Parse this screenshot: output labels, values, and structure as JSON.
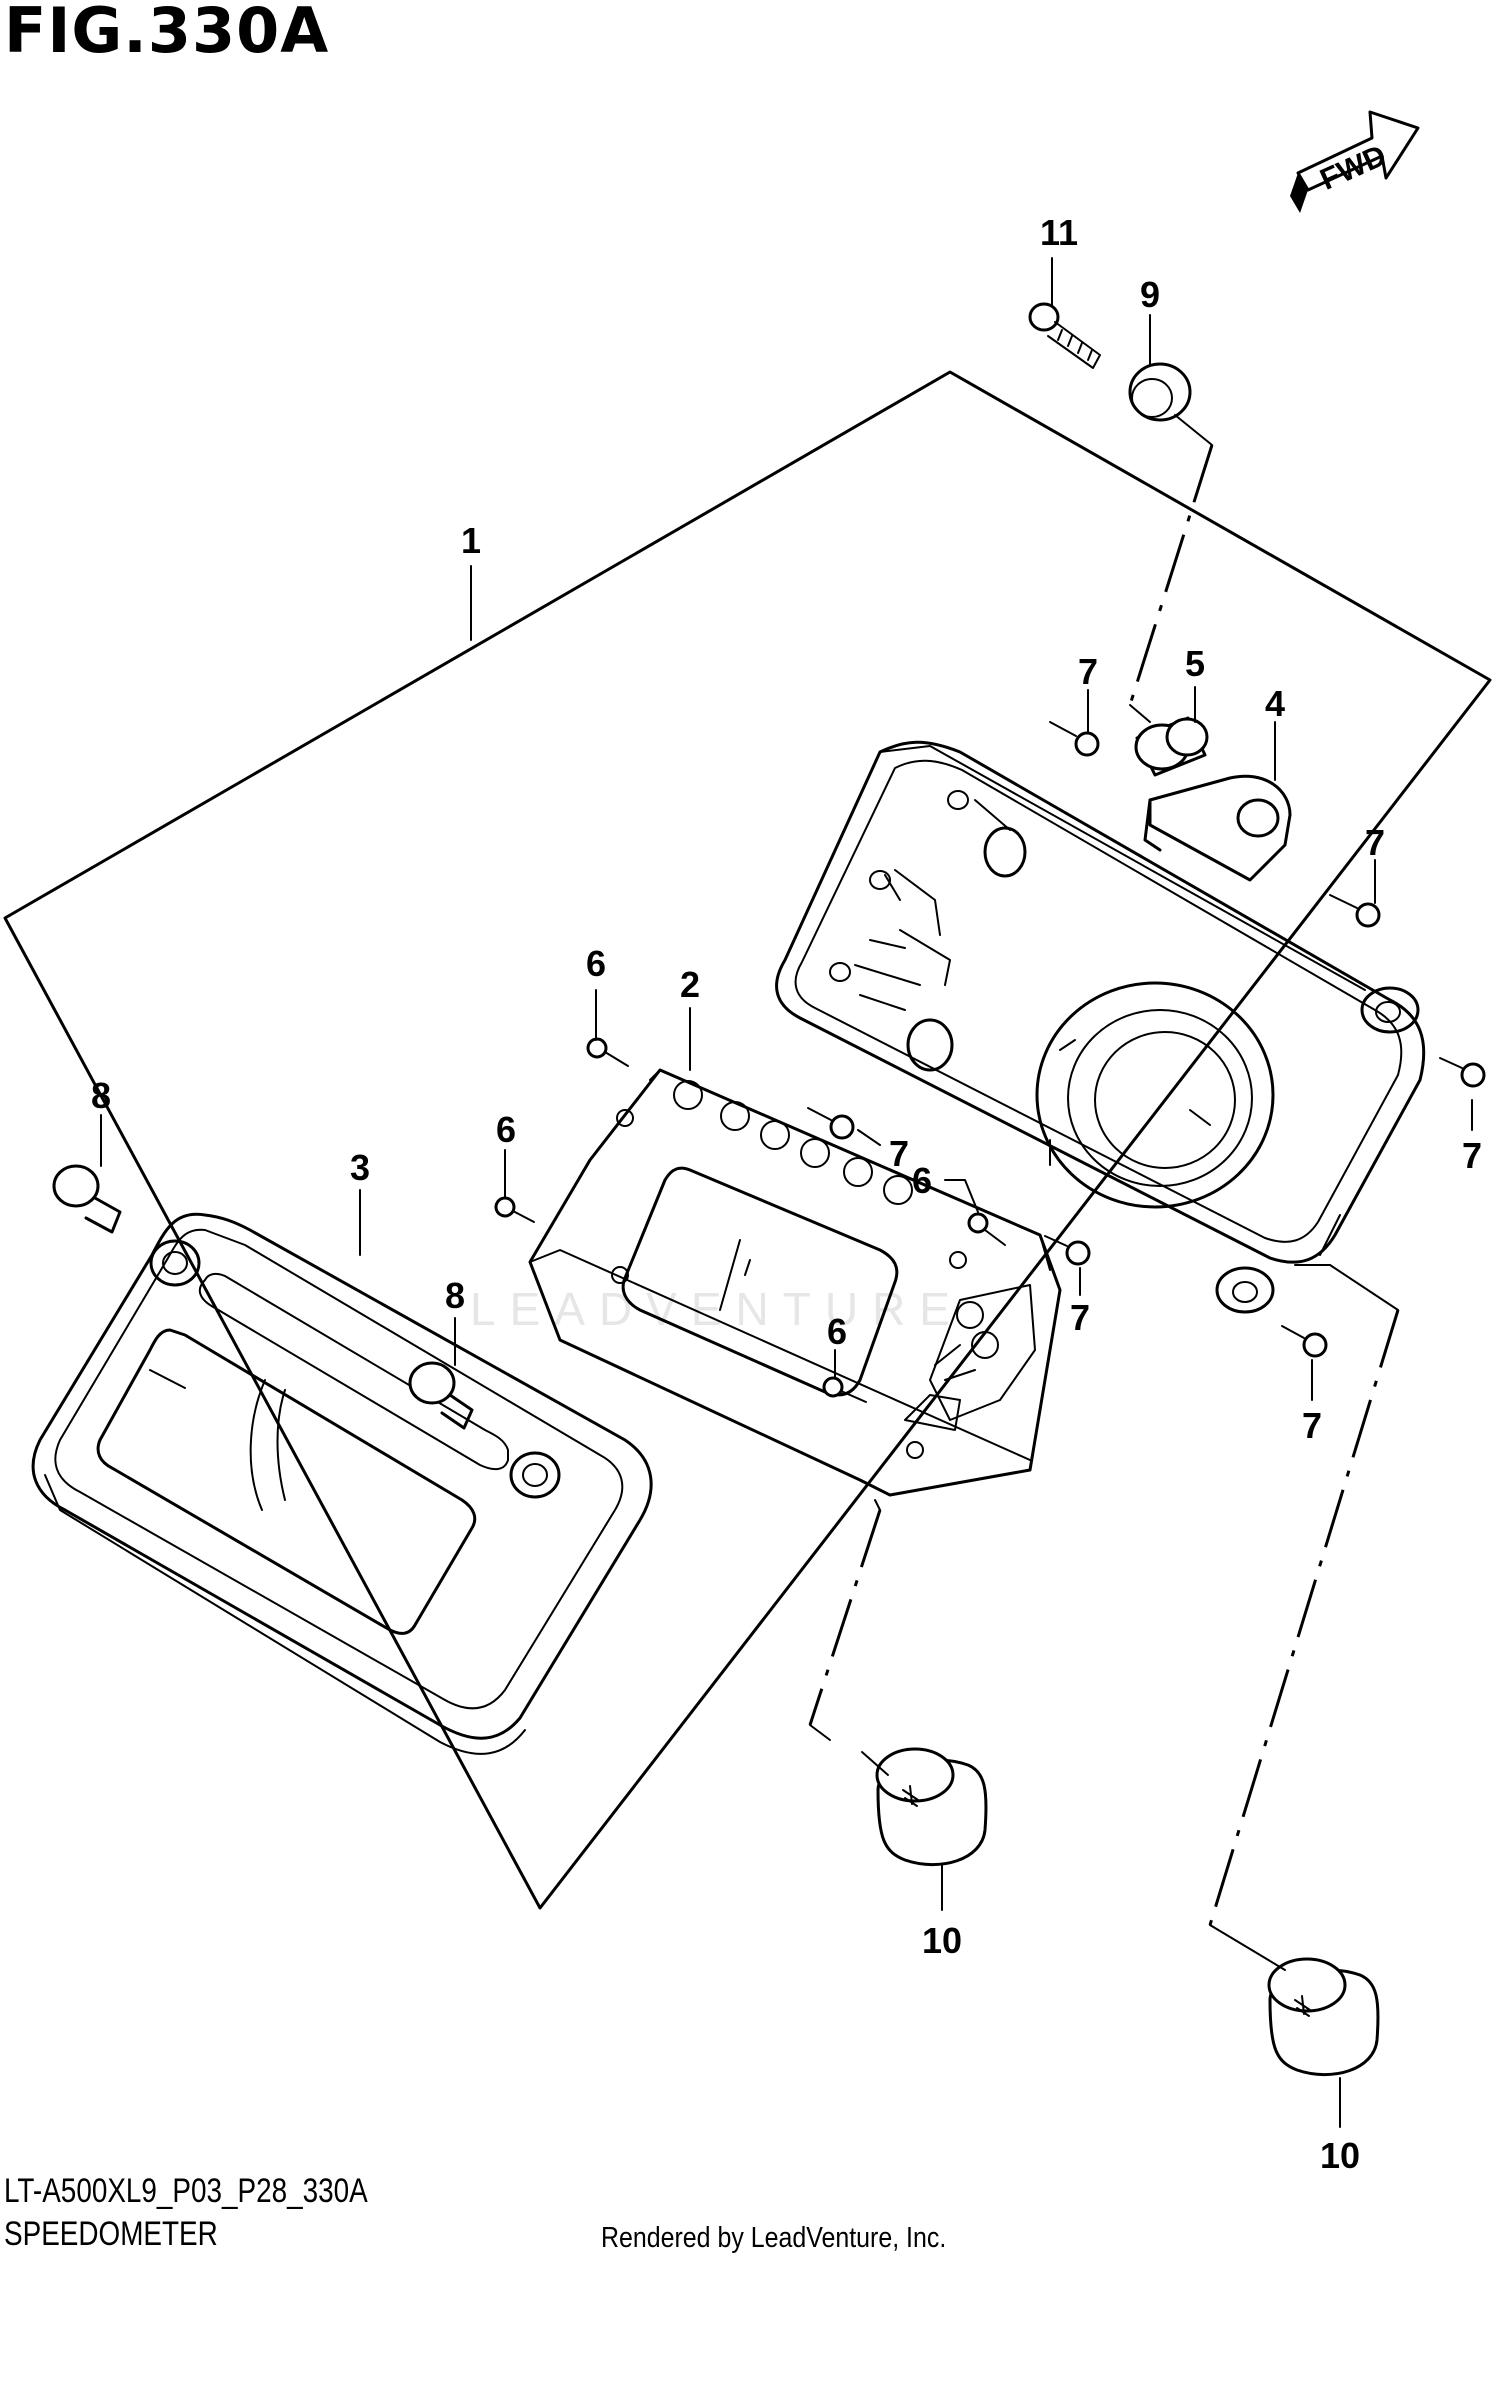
{
  "figure": {
    "title": "FIG.330A",
    "fwd_label": "FWD",
    "drawing_code": "LT-A500XL9_P03_P28_330A",
    "drawing_name": "SPEEDOMETER",
    "credit": "Rendered by LeadVenture, Inc.",
    "watermark": "LEADVENTURE"
  },
  "callouts": {
    "c1": "1",
    "c2": "2",
    "c3": "3",
    "c4": "4",
    "c5": "5",
    "c6a": "6",
    "c6b": "6",
    "c6c": "6",
    "c6d": "6",
    "c7a": "7",
    "c7b": "7",
    "c7c": "7",
    "c7d": "7",
    "c7e": "7",
    "c7f": "7",
    "c8a": "8",
    "c8b": "8",
    "c9": "9",
    "c10a": "10",
    "c10b": "10",
    "c11": "11"
  }
}
